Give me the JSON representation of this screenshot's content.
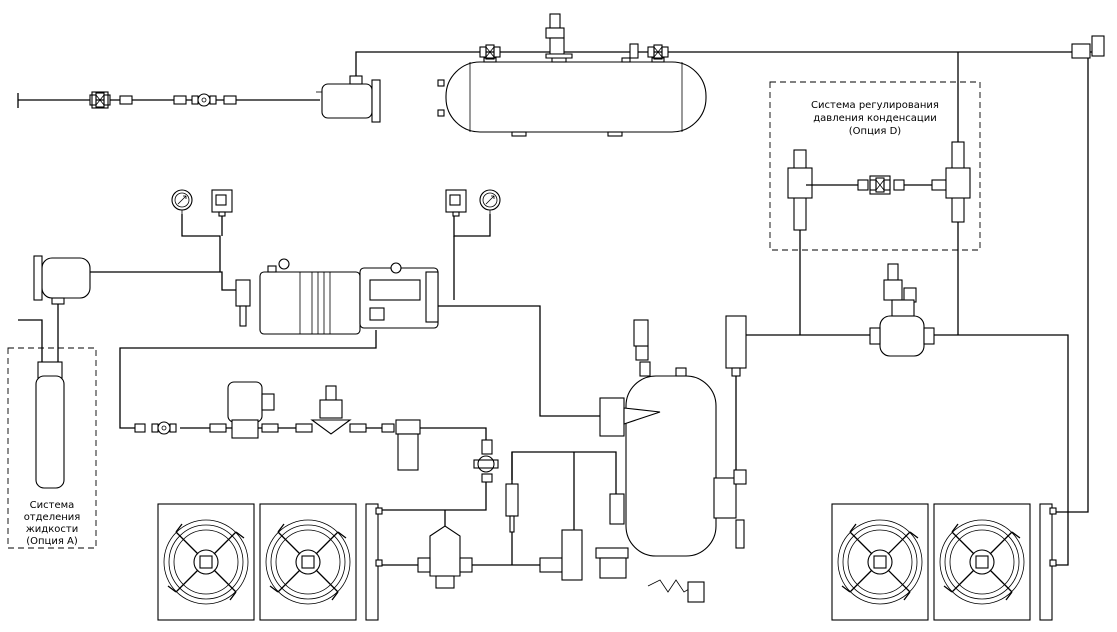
{
  "options": {
    "option_a": {
      "lines": [
        "Система",
        "отделения",
        "жидкости",
        "(Опция А)"
      ]
    },
    "option_d": {
      "lines": [
        "Система регулирования",
        "давления конденсации",
        "(Опция D)"
      ]
    }
  },
  "icons": [
    "gauge-icon",
    "pressure-switch-icon",
    "fan-icon",
    "valve-icon",
    "sight-glass-icon",
    "solenoid-valve-icon",
    "filter-drier-icon",
    "receiver-tank-icon",
    "compressor-icon",
    "oil-separator-icon"
  ]
}
